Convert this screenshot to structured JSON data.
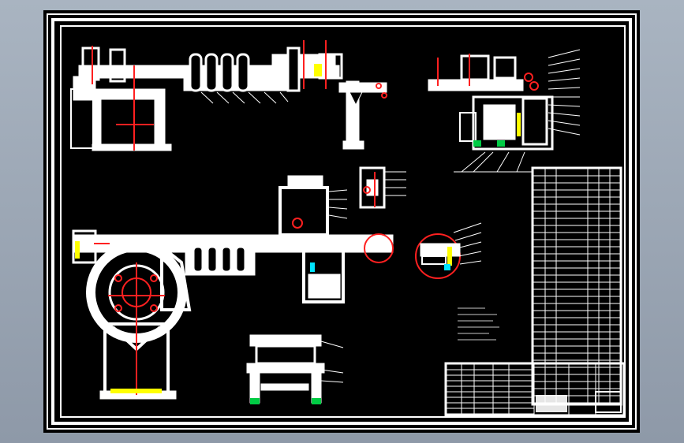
{
  "drawing": {
    "colors": {
      "background": "#000000",
      "linework": "#ffffff",
      "centerline": "#ff0000",
      "accent_yellow": "#ffff00",
      "accent_green": "#00cc44",
      "accent_cyan": "#00e5ff"
    },
    "views": [
      "top-assembly-view",
      "side-view-right",
      "detail-view-middle",
      "front-assembly-view",
      "circled-detail-view",
      "base-stand-view",
      "technical-requirements-notes",
      "parts-list-table",
      "title-block"
    ]
  }
}
